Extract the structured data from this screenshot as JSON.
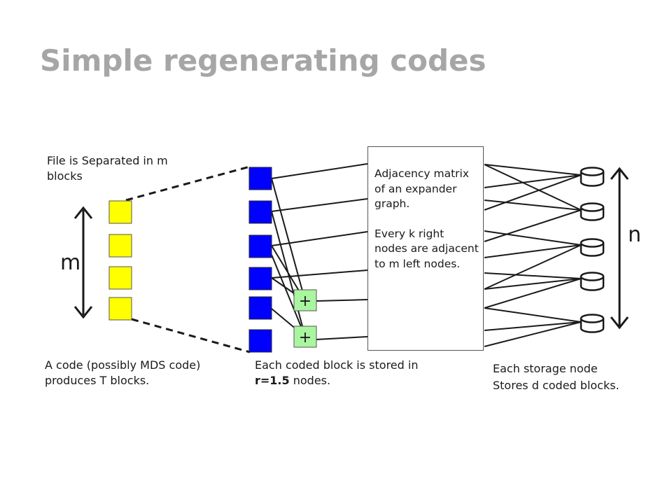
{
  "title": "Simple regenerating codes",
  "file_label": "File is Separated in m blocks",
  "m_label": "m",
  "n_label": "n",
  "plus_symbol": "+",
  "matrix_line1": "Adjacency matrix of an expander graph.",
  "matrix_line2": "Every k right nodes are adjacent to m left nodes.",
  "code_caption": "A code (possibly MDS code) produces T blocks.",
  "stored_caption_pre": "Each coded block is stored in ",
  "stored_caption_bold": "r=1.5",
  "stored_caption_post": " nodes.",
  "storage_caption": "Each storage node Stores d coded blocks.",
  "colors": {
    "title": "#a6a6a6",
    "file_block": "#ffff00",
    "coded_block": "#0000ff",
    "xor_node": "#aaf5a0"
  },
  "icons": {
    "storage_node": "cylinder-database-icon",
    "arrow": "double-headed-arrow"
  }
}
